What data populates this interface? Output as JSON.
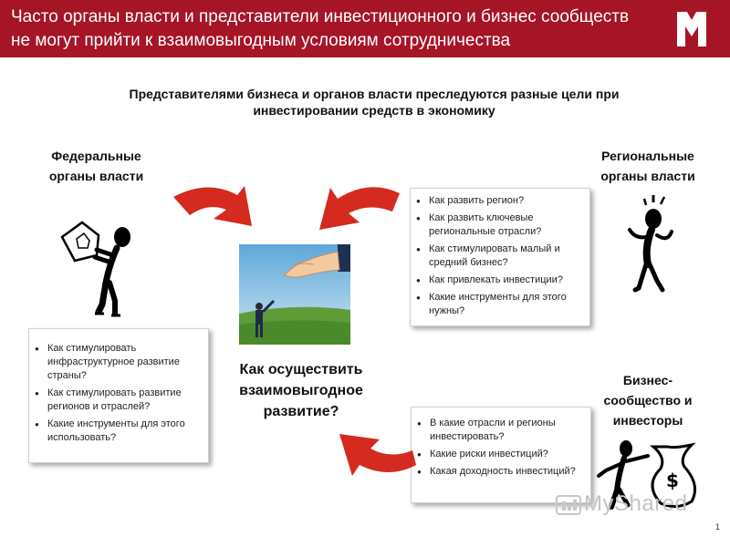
{
  "header": {
    "title": "Часто органы власти и представители инвестиционного и бизнес сообществ не могут прийти к взаимовыгодным условиям сотрудничества",
    "background_color": "#a51526",
    "logo": "M-logo-icon"
  },
  "subtitle": "Представителями бизнеса и органов власти преследуются разные цели при инвестировании средств в экономику",
  "federal": {
    "title": "Федеральные органы власти",
    "questions": [
      "Как стимулировать инфраструктурное развитие страны?",
      "Как стимулировать развитие регионов и отраслей?",
      "Какие инструменты для этого использовать?"
    ]
  },
  "regional": {
    "title": "Региональные органы власти",
    "questions": [
      "Как развить регион?",
      "Как развить ключевые региональные отрасли?",
      "Как стимулировать малый и средний бизнес?",
      "Как привлекать инвестиции?",
      "Какие инструменты для этого нужны?"
    ]
  },
  "business": {
    "title": "Бизнес-сообщество и инвесторы",
    "questions": [
      "В какие отрасли и регионы инвестировать?",
      "Какие риски инвестиций?",
      "Какая доходность инвестиций?"
    ]
  },
  "center": {
    "question": "Как осуществить взаимовыгодное развитие?",
    "image": "handshake-photo"
  },
  "arrow_color": "#d42a1f",
  "watermark": "MyShared",
  "page_number": "1"
}
